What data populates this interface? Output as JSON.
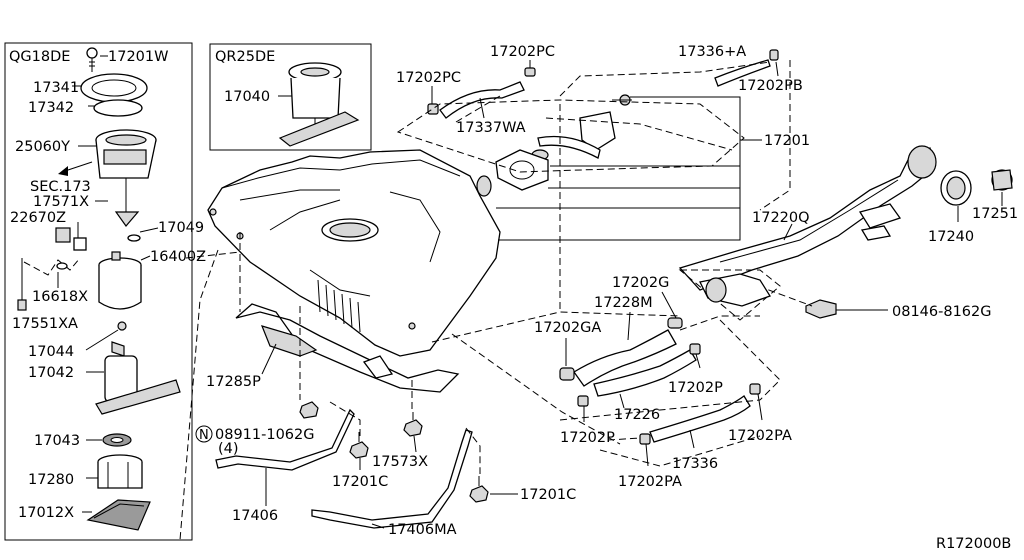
{
  "boxes": {
    "qg18de": "QG18DE",
    "qr25de": "QR25DE"
  },
  "labels": {
    "p17201W": "17201W",
    "p17341": "17341",
    "p17342": "17342",
    "p25060Y": "25060Y",
    "sec173": "SEC.173",
    "p17571X": "17571X",
    "p22670Z": "22670Z",
    "p16618X": "16618X",
    "p17551XA": "17551XA",
    "p17049": "17049",
    "p16400Z": "16400Z",
    "p17044": "17044",
    "p17042": "17042",
    "p17043": "17043",
    "p17280": "17280",
    "p17012X": "17012X",
    "p17040": "17040",
    "p17202PC_a": "17202PC",
    "p17202PC_b": "17202PC",
    "p17337WA": "17337WA",
    "p17336A": "17336+A",
    "p17202PB": "17202PB",
    "p17201": "17201",
    "p17220Q": "17220Q",
    "p17251": "17251",
    "p17240": "17240",
    "p17202G": "17202G",
    "p17228M": "17228M",
    "p17202GA": "17202GA",
    "p08146": "08146-8162G",
    "p17202P_a": "17202P",
    "p17226": "17226",
    "p17202P_b": "17202P",
    "p17202PA_a": "17202PA",
    "p17336": "17336",
    "p17202PA_b": "17202PA",
    "p17285P": "17285P",
    "nut_symbol": "N",
    "p08911": "08911-1062G",
    "p08911_qty": "(4)",
    "p17573X": "17573X",
    "p17201C_a": "17201C",
    "p17406": "17406",
    "p17201C_b": "17201C",
    "p17406MA": "17406MA",
    "diagram_code": "R172000B"
  }
}
